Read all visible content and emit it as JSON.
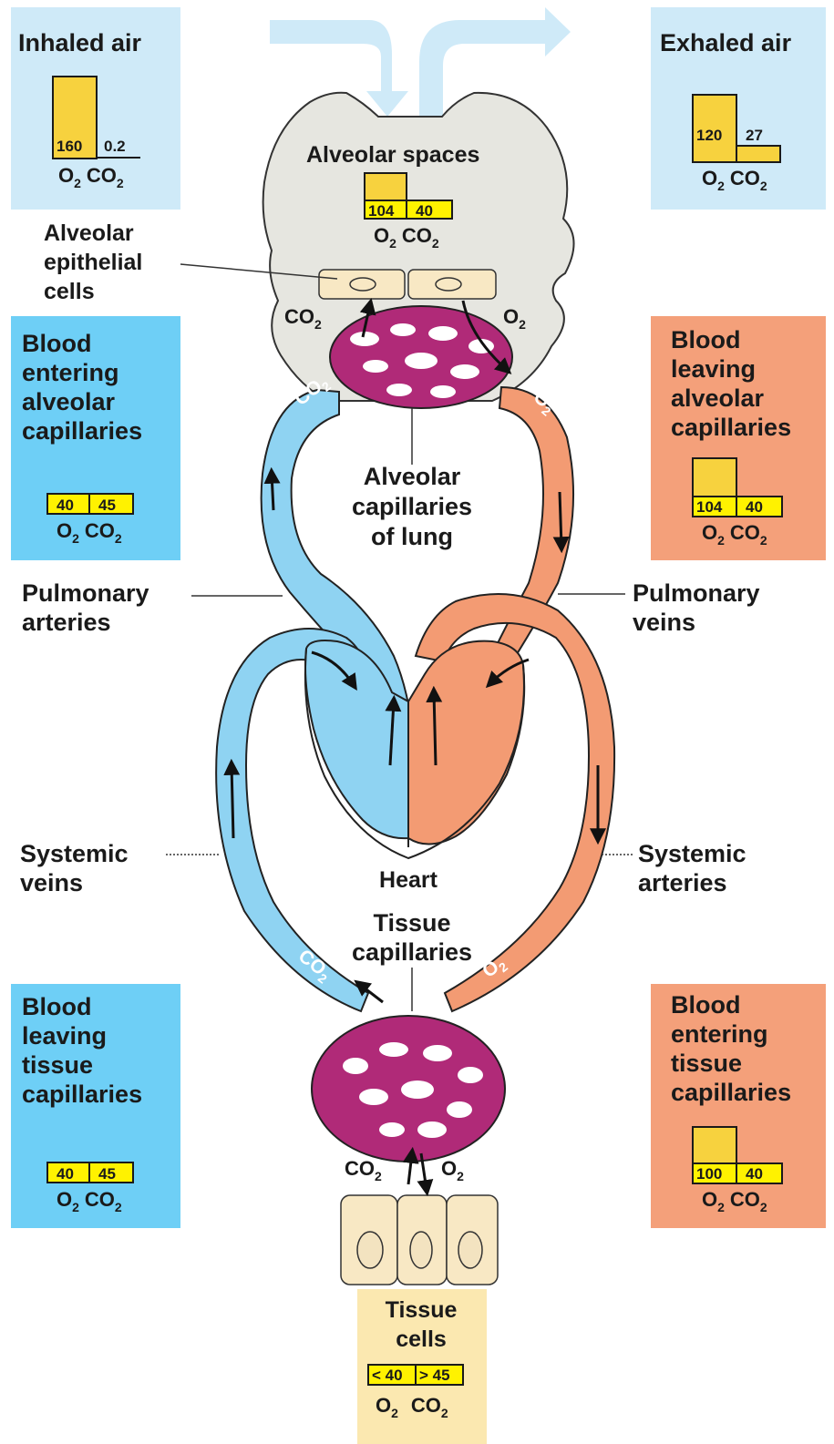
{
  "colors": {
    "air_box": "#cfeaf8",
    "deoxy_box": "#6ecff6",
    "oxy_box": "#f4a07a",
    "tissue_box": "#fbe8b0",
    "deoxy_vessel": "#8fd3f2",
    "oxy_vessel": "#f39b73",
    "capillary": "#b02a78",
    "alveolus": "#e6e6e0",
    "bar_fill": "#f7d23e",
    "bar_highlight": "#fff200",
    "cell": "#f8e8c4"
  },
  "icons": [
    "inhale-arrow-icon",
    "exhale-arrow-icon",
    "flow-arrow-icon"
  ],
  "boxes": {
    "inhaled": {
      "title": "Inhaled air",
      "o2": "160",
      "co2": "0.2",
      "o2_label": "O",
      "co2_label": "CO",
      "sub": "2"
    },
    "exhaled": {
      "title": "Exhaled air",
      "o2": "120",
      "co2": "27",
      "o2_label": "O",
      "co2_label": "CO",
      "sub": "2"
    },
    "alveolar_spaces": {
      "title": "Alveolar spaces",
      "o2": "104",
      "co2": "40",
      "o2_label": "O",
      "co2_label": "CO",
      "sub": "2"
    },
    "blood_entering_alveolar": {
      "line1": "Blood",
      "line2": "entering",
      "line3": "alveolar",
      "line4": "capillaries",
      "o2": "40",
      "co2": "45",
      "o2_label": "O",
      "co2_label": "CO",
      "sub": "2"
    },
    "blood_leaving_alveolar": {
      "line1": "Blood",
      "line2": "leaving",
      "line3": "alveolar",
      "line4": "capillaries",
      "o2": "104",
      "co2": "40",
      "o2_label": "O",
      "co2_label": "CO",
      "sub": "2"
    },
    "blood_leaving_tissue": {
      "line1": "Blood",
      "line2": "leaving",
      "line3": "tissue",
      "line4": "capillaries",
      "o2": "40",
      "co2": "45",
      "o2_label": "O",
      "co2_label": "CO",
      "sub": "2"
    },
    "blood_entering_tissue": {
      "line1": "Blood",
      "line2": "entering",
      "line3": "tissue",
      "line4": "capillaries",
      "o2": "100",
      "co2": "40",
      "o2_label": "O",
      "co2_label": "CO",
      "sub": "2"
    },
    "tissue_cells": {
      "line1": "Tissue",
      "line2": "cells",
      "o2": "< 40",
      "co2": "> 45",
      "o2_label": "O",
      "co2_label": "CO",
      "sub": "2"
    }
  },
  "labels": {
    "alveolar_epithelial_1": "Alveolar",
    "alveolar_epithelial_2": "epithelial",
    "alveolar_epithelial_3": "cells",
    "alveolar_cap_1": "Alveolar",
    "alveolar_cap_2": "capillaries",
    "alveolar_cap_3": "of lung",
    "pulmonary_arteries_1": "Pulmonary",
    "pulmonary_arteries_2": "arteries",
    "pulmonary_veins_1": "Pulmonary",
    "pulmonary_veins_2": "veins",
    "systemic_veins_1": "Systemic",
    "systemic_veins_2": "veins",
    "systemic_arteries_1": "Systemic",
    "systemic_arteries_2": "arteries",
    "heart": "Heart",
    "tissue_cap_1": "Tissue",
    "tissue_cap_2": "capillaries",
    "co2": "CO",
    "o2": "O",
    "sub": "2"
  }
}
